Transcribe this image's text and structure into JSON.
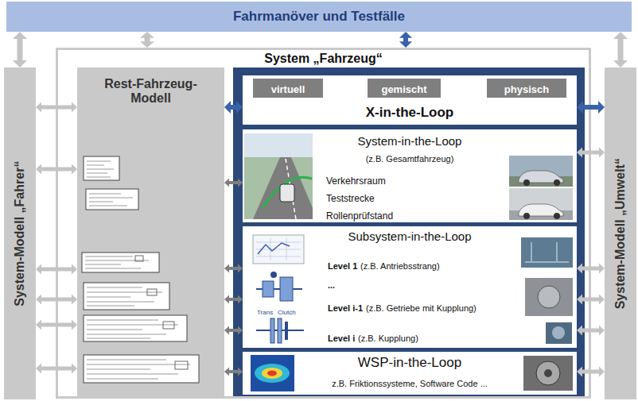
{
  "diagram": {
    "nodes": [
      {
        "text": [
          "Fahrmanöver und Testfälle"
        ]
      },
      {
        "text": [
          "System-Modell „Fahrer“"
        ]
      },
      {
        "text": [
          "System „Fahrzeug“"
        ]
      },
      {
        "text": [
          "Rest-Fahrzeug-Modell"
        ],
        "in": 2
      },
      {
        "text": [
          "X-in-the-Loop"
        ],
        "in": 2
      },
      {
        "text": [
          "virtuell"
        ],
        "in": 4
      },
      {
        "text": [
          "gemischt"
        ],
        "in": 4
      },
      {
        "text": [
          "physisch"
        ],
        "in": 4
      },
      {
        "text": [
          "System-in-the-Loop",
          "(z.B. Gesamtfahrzeug)",
          "Verkehrsraum",
          "Teststrecke",
          "Rollenprüfstand"
        ],
        "in": 2
      },
      {
        "text": [
          "Subsystem-in-the-Loop",
          "Level 1",
          "(z.B. Antriebsstrang)",
          "...",
          "Level i-1",
          "(z.B. Getriebe mit Kupplung)",
          "Level i",
          "(z.B. Kupplung)"
        ],
        "in": 2
      },
      {
        "text": [
          "WSP-in-the-Loop",
          "z.B. Friktionssysteme, Software Code ..."
        ],
        "in": 2
      },
      {
        "text": [
          "System-Modell „Umwelt“"
        ]
      }
    ],
    "edges": [
      {
        "from": 0,
        "to": 1,
        "arrow": "both"
      },
      {
        "from": 0,
        "to": 2,
        "arrow": "both"
      },
      {
        "from": 0,
        "to": 2,
        "arrow": "both"
      },
      {
        "from": 0,
        "to": 11,
        "arrow": "both"
      },
      {
        "from": 1,
        "to": 3,
        "arrow": "both"
      },
      {
        "from": 1,
        "to": 3,
        "arrow": "both"
      },
      {
        "from": 1,
        "to": 3,
        "arrow": "both"
      },
      {
        "from": 1,
        "to": 3,
        "arrow": "both"
      },
      {
        "from": 1,
        "to": 3,
        "arrow": "both"
      },
      {
        "from": 1,
        "to": 3,
        "arrow": "both"
      },
      {
        "from": 3,
        "to": 4,
        "arrow": "both"
      },
      {
        "from": 4,
        "to": 11,
        "arrow": "both"
      },
      {
        "from": 3,
        "to": 8,
        "arrow": "both"
      },
      {
        "from": 3,
        "to": 9,
        "arrow": "both"
      },
      {
        "from": 3,
        "to": 9,
        "arrow": "both"
      },
      {
        "from": 3,
        "to": 9,
        "arrow": "both"
      },
      {
        "from": 3,
        "to": 10,
        "arrow": "both"
      },
      {
        "from": 8,
        "to": 11,
        "arrow": "both"
      },
      {
        "from": 9,
        "to": 11,
        "arrow": "both"
      },
      {
        "from": 9,
        "to": 11,
        "arrow": "both"
      },
      {
        "from": 9,
        "to": 11,
        "arrow": "both"
      },
      {
        "from": 10,
        "to": 11,
        "arrow": "both"
      }
    ],
    "labels": [
      "Trans",
      "Clutch"
    ]
  }
}
